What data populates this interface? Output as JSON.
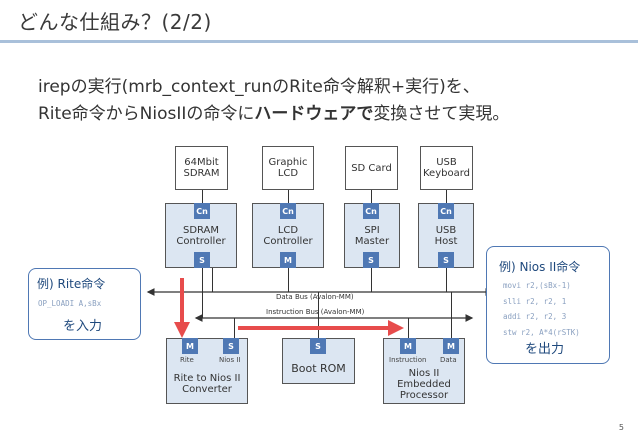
{
  "title": "どんな仕組み？(2/2)",
  "intro": {
    "line1": "irepの実行(mrb_context_runのRite命令解釈+実行)を、",
    "line2_prefix": "Rite命令からNiosIIの命令に",
    "line2_emph": "ハードウェアで",
    "line2_suffix": "変換させて実現。"
  },
  "devices": [
    {
      "line1": "64Mbit",
      "line2": "SDRAM"
    },
    {
      "line1": "Graphic",
      "line2": "LCD"
    },
    {
      "line1": "SD Card",
      "line2": ""
    },
    {
      "line1": "USB",
      "line2": "Keyboard"
    }
  ],
  "controllers": [
    {
      "line1": "SDRAM",
      "line2": "Controller",
      "top_port": "Cn",
      "bottom_port": "S"
    },
    {
      "line1": "LCD",
      "line2": "Controller",
      "top_port": "Cn",
      "bottom_port": "M"
    },
    {
      "line1": "SPI",
      "line2": "Master",
      "top_port": "Cn",
      "bottom_port": "S"
    },
    {
      "line1": "USB",
      "line2": "Host",
      "top_port": "Cn",
      "bottom_port": "S"
    }
  ],
  "buses": {
    "data": "Data Bus (Avalon-MM)",
    "instruction": "Instruction Bus (Avalon-MM)"
  },
  "converter": {
    "port1": "M",
    "port1_label": "Rite",
    "port2": "S",
    "port2_label": "Nios II",
    "line1": "Rite to Nios II",
    "line2": "Converter"
  },
  "boot_rom": {
    "port": "S",
    "label": "Boot ROM"
  },
  "processor": {
    "port1": "M",
    "port1_label": "Instruction",
    "port2": "M",
    "port2_label": "Data",
    "line1": "Nios II",
    "line2": "Embedded",
    "line3": "Processor"
  },
  "callout_left": {
    "title": "例) Rite命令",
    "code": "OP_LOADI A,sBx",
    "footer": "を入力"
  },
  "callout_right": {
    "title": "例) Nios II命令",
    "code": [
      "movi r2,(sBx-1)",
      "slli r2, r2, 1",
      "addi r2, r2, 3",
      "stw  r2, A*4(rSTK)"
    ],
    "footer": "を出力"
  },
  "colors": {
    "accent": "#4f78b4",
    "controller_fill": "#dce6f2",
    "arrow_red": "#e74c4c",
    "callout_text": "#1f497d"
  },
  "page_number": "5"
}
